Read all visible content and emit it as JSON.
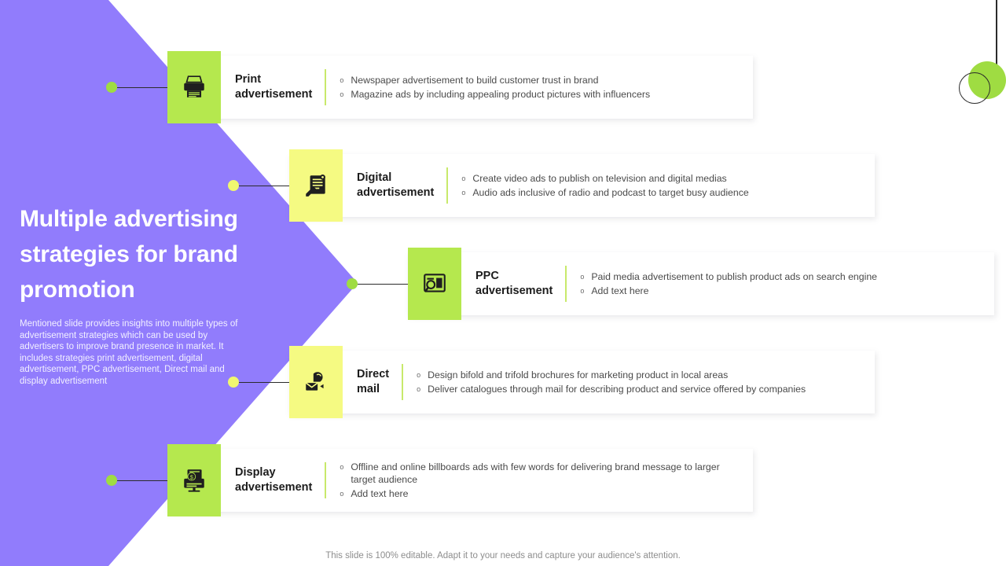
{
  "theme": {
    "purple": "#917CFC",
    "green_tile": "#B5E84E",
    "yellow_tile": "#F5FA82",
    "dot_green": "#9FDC42",
    "dot_yellow": "#F0F76F",
    "divider": "#C8E96B",
    "line": "#2B2B2B"
  },
  "title": "Multiple advertising strategies for brand promotion",
  "description": "Mentioned slide provides insights into multiple types of advertisement strategies which can be used by advertisers to improve brand presence in market. It includes strategies print advertisement, digital advertisement, PPC advertisement, Direct mail and display advertisement",
  "footer": "This slide is 100% editable. Adapt it to your needs and capture your audience's attention.",
  "decoration": {
    "filled_circle": "decorative-green-circle",
    "outline_circle": "decorative-outline-circle",
    "vertical_line": "decorative-vertical-line"
  },
  "rows": [
    {
      "id": "print-advertisement",
      "heading": "Print\nadvertisement",
      "icon": "printer-icon",
      "tile_color": "#B5E84E",
      "dot_color": "#9FDC42",
      "bullets": [
        "Newspaper  advertisement  to build customer trust in brand",
        "Magazine  ads by including appealing  product  pictures with influencers"
      ]
    },
    {
      "id": "digital-advertisement",
      "heading": "Digital\nadvertisement",
      "icon": "digital-document-icon",
      "tile_color": "#F5FA82",
      "dot_color": "#F0F76F",
      "bullets": [
        "Create video  ads to publish on television  and digital medias",
        "Audio ads inclusive  of radio  and podcast to target  busy audience"
      ]
    },
    {
      "id": "ppc-advertisement",
      "heading": "PPC\nadvertisement",
      "icon": "search-ad-icon",
      "tile_color": "#B5E84E",
      "dot_color": "#9FDC42",
      "bullets": [
        "Paid media advertisement  to publish product  ads on search  engine",
        "Add text here"
      ]
    },
    {
      "id": "direct-mail",
      "heading": "Direct\nmail",
      "icon": "mailbox-icon",
      "tile_color": "#F5FA82",
      "dot_color": "#F0F76F",
      "bullets": [
        "Design  bifold and trifold brochures  for marketing  product  in local areas",
        "Deliver  catalogues  through mail for describing  product  and service  offered by companies"
      ]
    },
    {
      "id": "display-advertisement",
      "heading": "Display\nadvertisement",
      "icon": "billboard-monitor-icon",
      "tile_color": "#B5E84E",
      "dot_color": "#9FDC42",
      "bullets": [
        "Offline  and online  billboards  ads with few  words  for delivering  brand  message to larger  target  audience",
        "Add text here"
      ]
    }
  ]
}
